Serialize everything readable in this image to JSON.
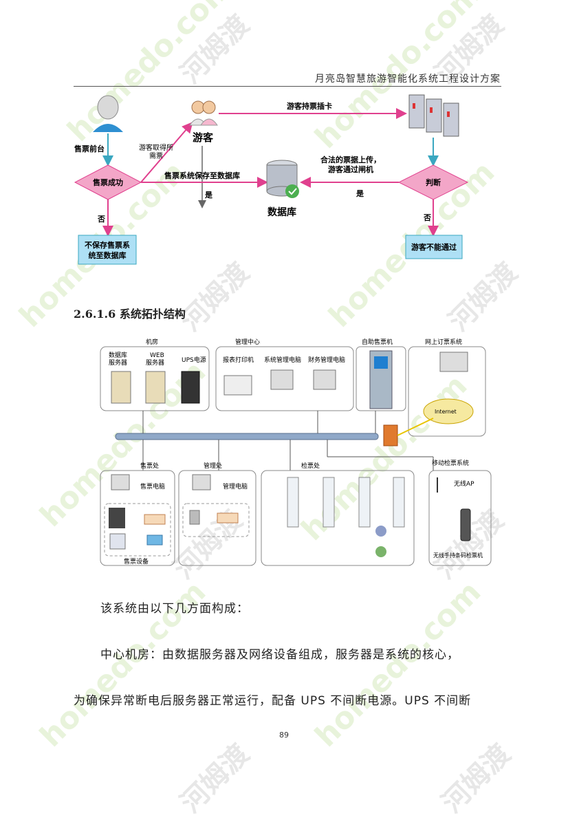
{
  "header": {
    "title": "月亮岛智慧旅游智能化系统工程设计方案"
  },
  "flow": {
    "front_desk": "售票前台",
    "tourist": "游客",
    "get_ticket_l1": "游客取得所",
    "get_ticket_l2": "需票",
    "insert_card": "游客持票插卡",
    "sale_ok": "售票成功",
    "save_db": "售票系统保存至数据库",
    "yes1": "是",
    "database": "数据库",
    "upload_l1": "合法的票据上传，",
    "upload_l2": "游客通过闸机",
    "yes2": "是",
    "judge": "判断",
    "no1": "否",
    "no2": "否",
    "not_save_l1": "不保存售票系",
    "not_save_l2": "统至数据库",
    "cannot_pass": "游客不能通过"
  },
  "section": {
    "heading": "2.6.1.6 系统拓扑结构"
  },
  "topology": {
    "machine_room": "机房",
    "db_server_l1": "数据库",
    "db_server_l2": "服务器",
    "web_server_l1": "WEB",
    "web_server_l2": "服务器",
    "ups": "UPS电源",
    "mgmt_center": "管理中心",
    "report_printer": "报表打印机",
    "sys_pc": "系统管理电脑",
    "fin_pc": "财务管理电脑",
    "kiosk": "自助售票机",
    "online": "网上订票系统",
    "internet": "Internet",
    "sale_office": "售票处",
    "sale_pc": "售票电脑",
    "sale_equipment": "售票设备",
    "mgmt_office": "管理处",
    "mgmt_pc": "管理电脑",
    "check_office": "检票处",
    "mobile_check": "移动检票系统",
    "wireless_ap": "无线AP",
    "handheld": "无线手持条码检票机"
  },
  "body": {
    "p1": "该系统由以下几方面构成：",
    "p2": "中心机房：由数据服务器及网络设备组成，服务器是系统的核心，",
    "p3": "为确保异常断电后服务器正常运行，配备 UPS 不间断电源。UPS 不间断"
  },
  "footer": {
    "page": "89"
  },
  "colors": {
    "diamond": "#f3a6c8",
    "arrow": "#e0408e",
    "blue_box": "#aee0f5",
    "teal": "#3aa7c0"
  }
}
